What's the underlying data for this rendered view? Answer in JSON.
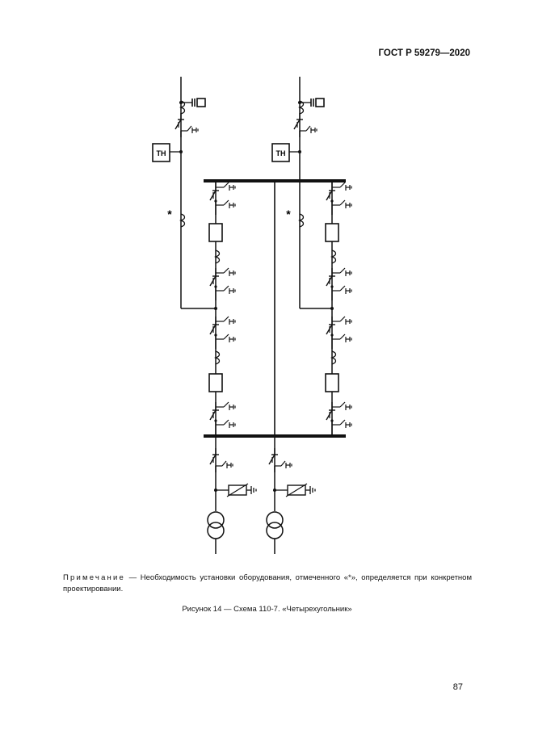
{
  "header": {
    "standard_code": "ГОСТ Р 59279—2020"
  },
  "diagram": {
    "vt_label": "ТН",
    "asterisk": "*"
  },
  "note": {
    "lead": "Примечание",
    "text": " — Необходимость установки оборудования, отмеченного «*», определяется при конкретном проектировании."
  },
  "figure": {
    "caption": "Рисунок 14 — Схема 110-7. «Четырехугольник»"
  },
  "footer": {
    "page_number": "87"
  }
}
